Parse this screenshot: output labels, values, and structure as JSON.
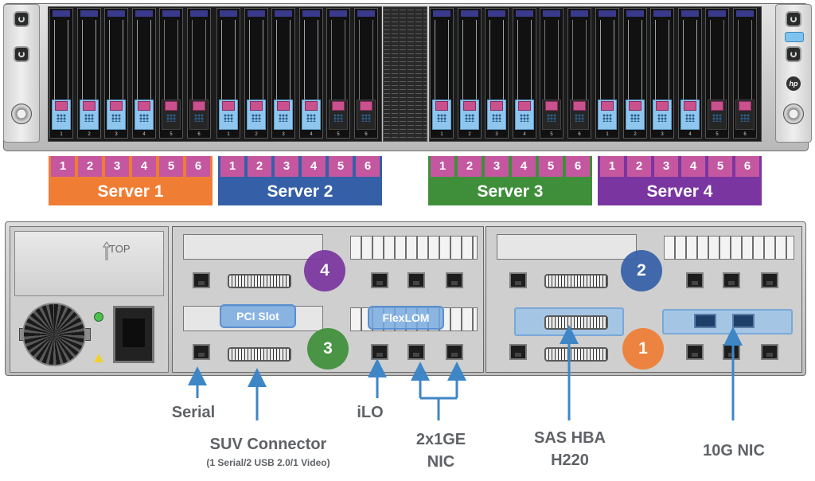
{
  "colors": {
    "server1": "#f07d34",
    "server2": "#3560a8",
    "server3": "#3f8f3a",
    "server4": "#7a35a0",
    "slot": "#c457a0",
    "arrow": "#3e86c6",
    "label": "#5f6266"
  },
  "front": {
    "bay_numbers": [
      "1",
      "2",
      "3",
      "4",
      "5",
      "6"
    ]
  },
  "servers": [
    {
      "name": "Server 1",
      "slots": [
        "1",
        "2",
        "3",
        "4",
        "5",
        "6"
      ]
    },
    {
      "name": "Server 2",
      "slots": [
        "1",
        "2",
        "3",
        "4",
        "5",
        "6"
      ]
    },
    {
      "name": "Server 3",
      "slots": [
        "1",
        "2",
        "3",
        "4",
        "5",
        "6"
      ]
    },
    {
      "name": "Server 4",
      "slots": [
        "1",
        "2",
        "3",
        "4",
        "5",
        "6"
      ]
    }
  ],
  "rear": {
    "psu_label": "TOP",
    "nodes": [
      "4",
      "3",
      "2",
      "1"
    ],
    "pci_slot": "PCI Slot",
    "flexlom": "FlexLOM"
  },
  "labels": {
    "serial": "Serial",
    "suv": "SUV Connector",
    "suv_sub": "(1 Serial/2 USB 2.0/1 Video)",
    "ilo": "iLO",
    "nic_line1": "2x1GE",
    "nic_line2": "NIC",
    "sas_line1": "SAS HBA",
    "sas_line2": "H220",
    "tengig": "10G NIC"
  },
  "icons": [
    "power-button-icon",
    "uid-icon",
    "hp-logo-icon",
    "warning-icon",
    "arrow-up-icon"
  ]
}
